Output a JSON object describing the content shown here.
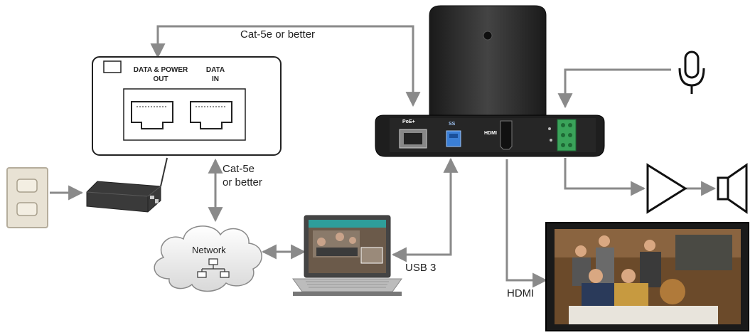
{
  "labels": {
    "cable_top": "Cat-5e or better",
    "cable_mid_line1": "Cat-5e",
    "cable_mid_line2": "or better",
    "usb": "USB 3",
    "hdmi_cable": "HDMI",
    "network": "Network",
    "port_data_power_line1": "DATA & POWER",
    "port_data_power_line2": "OUT",
    "port_data_in_line1": "DATA",
    "port_data_in_line2": "IN",
    "camera_poe": "PoE+",
    "camera_hdmi": "HDMI",
    "camera_usb": "SS"
  },
  "icons": [
    "wall-outlet-icon",
    "power-supply-icon",
    "network-cloud-icon",
    "laptop-icon",
    "camera-icon",
    "microphone-icon",
    "amplifier-icon",
    "speaker-icon",
    "display-icon"
  ],
  "colors": {
    "line": "#8a8a8a",
    "camera_body": "#2a2a2a",
    "usb_port": "#3b7fd6",
    "terminal_green": "#3aa35a"
  }
}
